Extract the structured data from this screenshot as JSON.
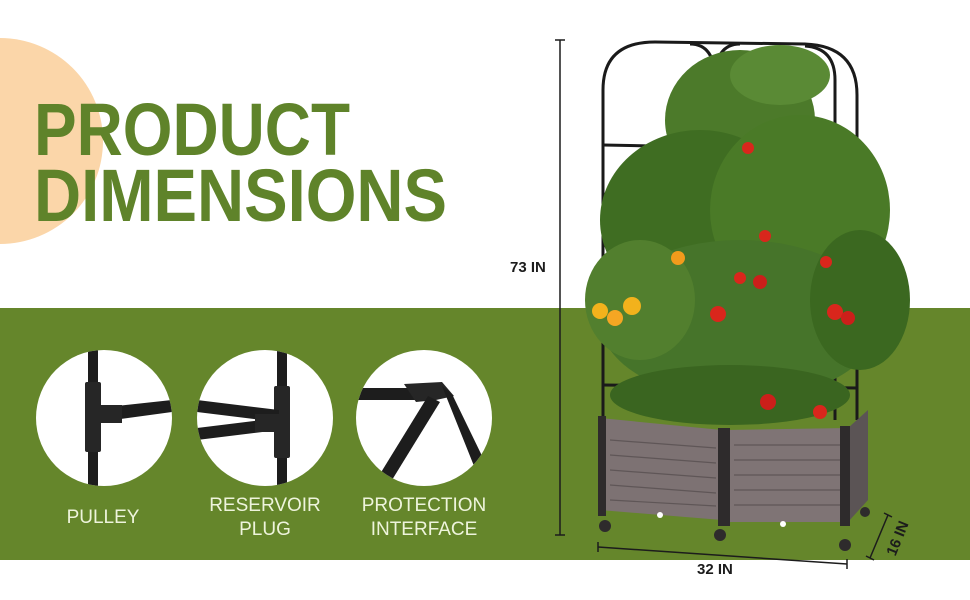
{
  "title": {
    "line1": "PRODUCT",
    "line2": "DIMENSIONS"
  },
  "details": [
    {
      "label_lines": [
        "PULLEY"
      ],
      "icon": "t-joint-connector"
    },
    {
      "label_lines": [
        "RESERVOIR",
        "PLUG"
      ],
      "icon": "double-t-joint-connector"
    },
    {
      "label_lines": [
        "PROTECTION",
        "INTERFACE"
      ],
      "icon": "corner-elbow-connector"
    }
  ],
  "dimensions": {
    "height": "73 IN",
    "width": "32 IN",
    "depth": "16 IN"
  },
  "colors": {
    "brand_green": "#65862b",
    "title_green": "#5f832a",
    "accent_peach": "#fbd6a9",
    "label_text": "#eef4dc"
  }
}
